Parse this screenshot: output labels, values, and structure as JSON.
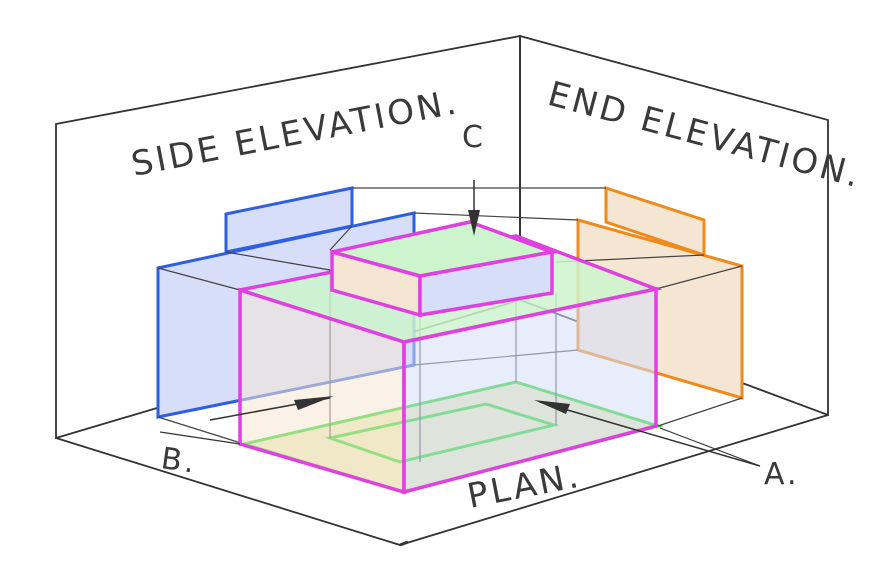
{
  "labels": {
    "side_elevation": "SIDE ELEVATION.",
    "end_elevation": "END ELEVATION.",
    "plan": "PLAN.",
    "c": "C",
    "b": "B.",
    "a": "A."
  },
  "colors": {
    "side_view": "#2f5fe0",
    "end_view": "#f08a1a",
    "plan_view": "#22d622",
    "object": "#e040e0",
    "tint_blue": "#d6defa",
    "tint_tan": "#f5e6d4",
    "tint_green": "#cdf5cd",
    "tint_olive": "#e8ebb8"
  }
}
